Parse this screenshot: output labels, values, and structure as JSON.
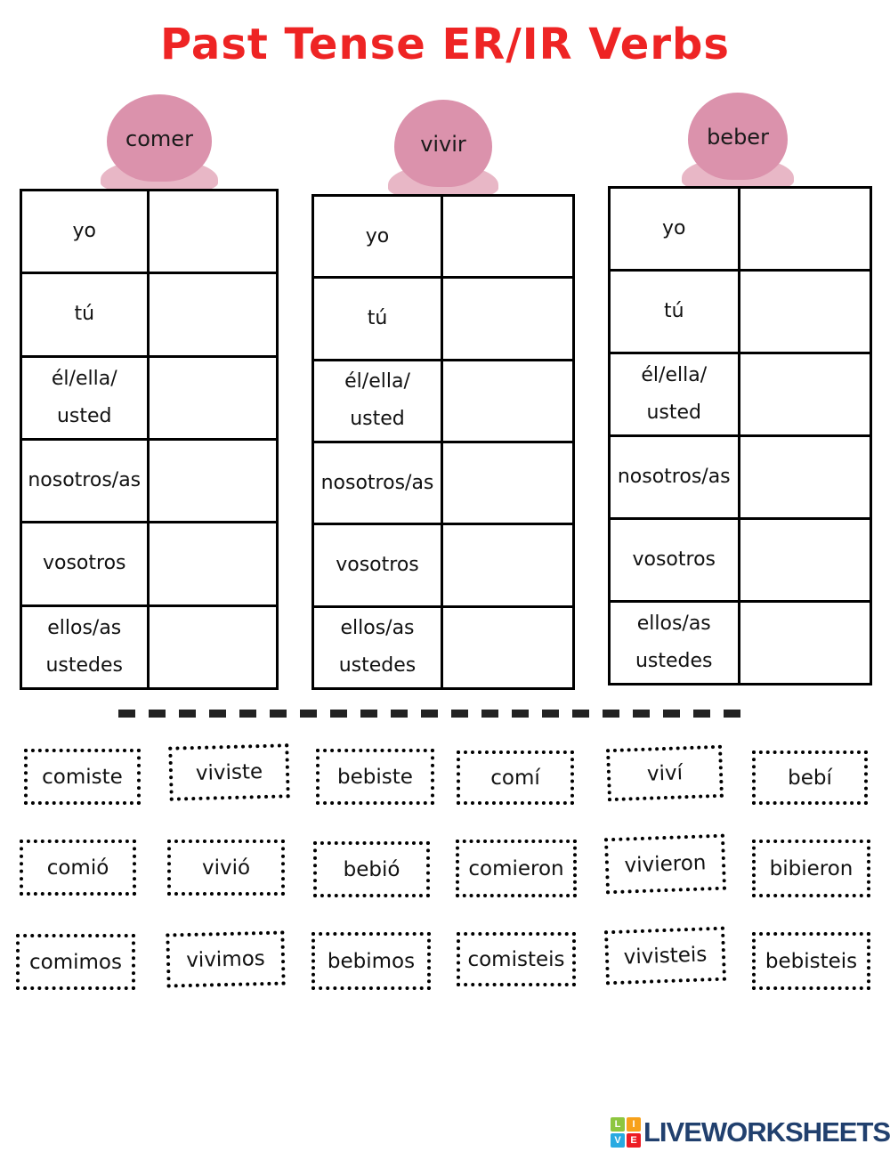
{
  "title": "Past Tense ER/IR Verbs",
  "verbs": [
    "comer",
    "vivir",
    "beber"
  ],
  "table": {
    "pronouns": [
      {
        "lines": [
          "yo"
        ]
      },
      {
        "lines": [
          "tú"
        ]
      },
      {
        "lines": [
          "él/ella/",
          "usted"
        ]
      },
      {
        "lines": [
          "nosotros/as"
        ]
      },
      {
        "lines": [
          "vosotros"
        ]
      },
      {
        "lines": [
          "ellos/as",
          "ustedes"
        ]
      }
    ]
  },
  "word_bank": [
    "comiste",
    "viviste",
    "bebiste",
    "comí",
    "viví",
    "bebí",
    "comió",
    "vivió",
    "bebió",
    "comieron",
    "vivieron",
    "bibieron",
    "comimos",
    "vivimos",
    "bebimos",
    "comisteis",
    "vivisteis",
    "bebisteis"
  ],
  "logo": {
    "text": "LIVEWORKSHEETS",
    "tiles": [
      {
        "letter": "L",
        "color": "#8dc63f"
      },
      {
        "letter": "I",
        "color": "#f7a11b"
      },
      {
        "letter": "V",
        "color": "#29aae1"
      },
      {
        "letter": "E",
        "color": "#ed1c24"
      }
    ]
  },
  "colors": {
    "title_red": "#ee2424",
    "scoop_pink": "#db92ac",
    "scoop_light_pink": "#e8b7c6",
    "logo_navy": "#21406e",
    "ink": "#111111"
  }
}
